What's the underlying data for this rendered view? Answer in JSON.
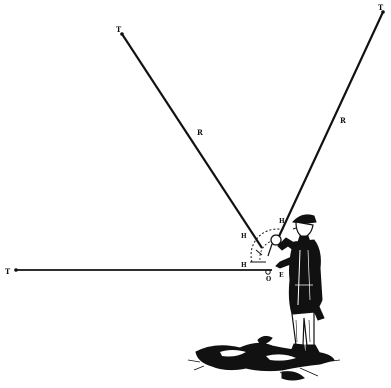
{
  "diagram": {
    "labels": {
      "top_left_end": "T",
      "top_right_end": "T",
      "left_end": "T",
      "left_line_mid": "R",
      "right_line_mid": "R",
      "vertex_upper_left": "H",
      "vertex_upper_right": "H",
      "vertex_lower_left": "H",
      "vertex_o": "O",
      "vertex_e": "E"
    }
  }
}
